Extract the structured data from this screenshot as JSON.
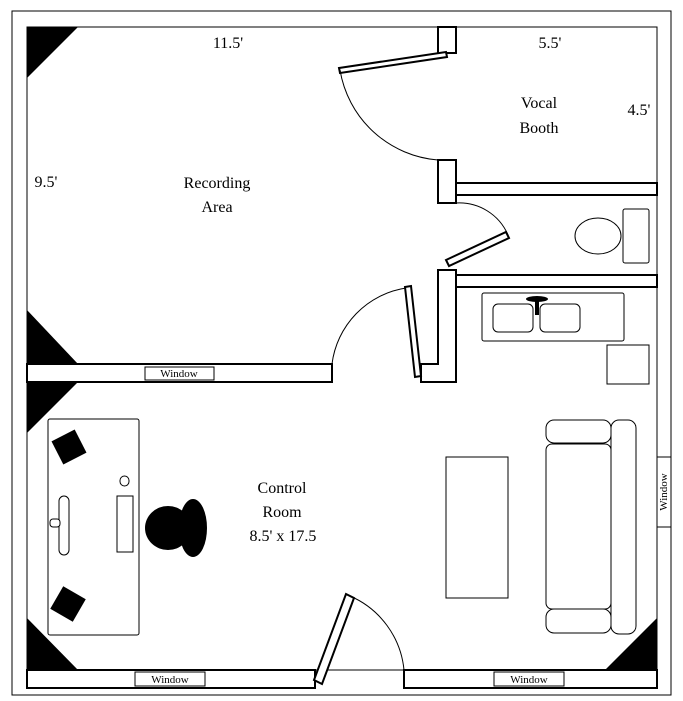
{
  "plan": {
    "dim_top_left": "11.5'",
    "dim_top_right": "5.5'",
    "dim_left": "9.5'",
    "dim_booth_right": "4.5'",
    "recording_area": {
      "line1": "Recording",
      "line2": "Area"
    },
    "vocal_booth": {
      "line1": "Vocal",
      "line2": "Booth"
    },
    "control_room": {
      "line1": "Control",
      "line2": "Room",
      "line3": "8.5' x 17.5"
    },
    "window_label": "Window"
  },
  "colors": {
    "wall_fill": "#ffffff",
    "outline": "#000000",
    "corner_fill": "#000000"
  }
}
